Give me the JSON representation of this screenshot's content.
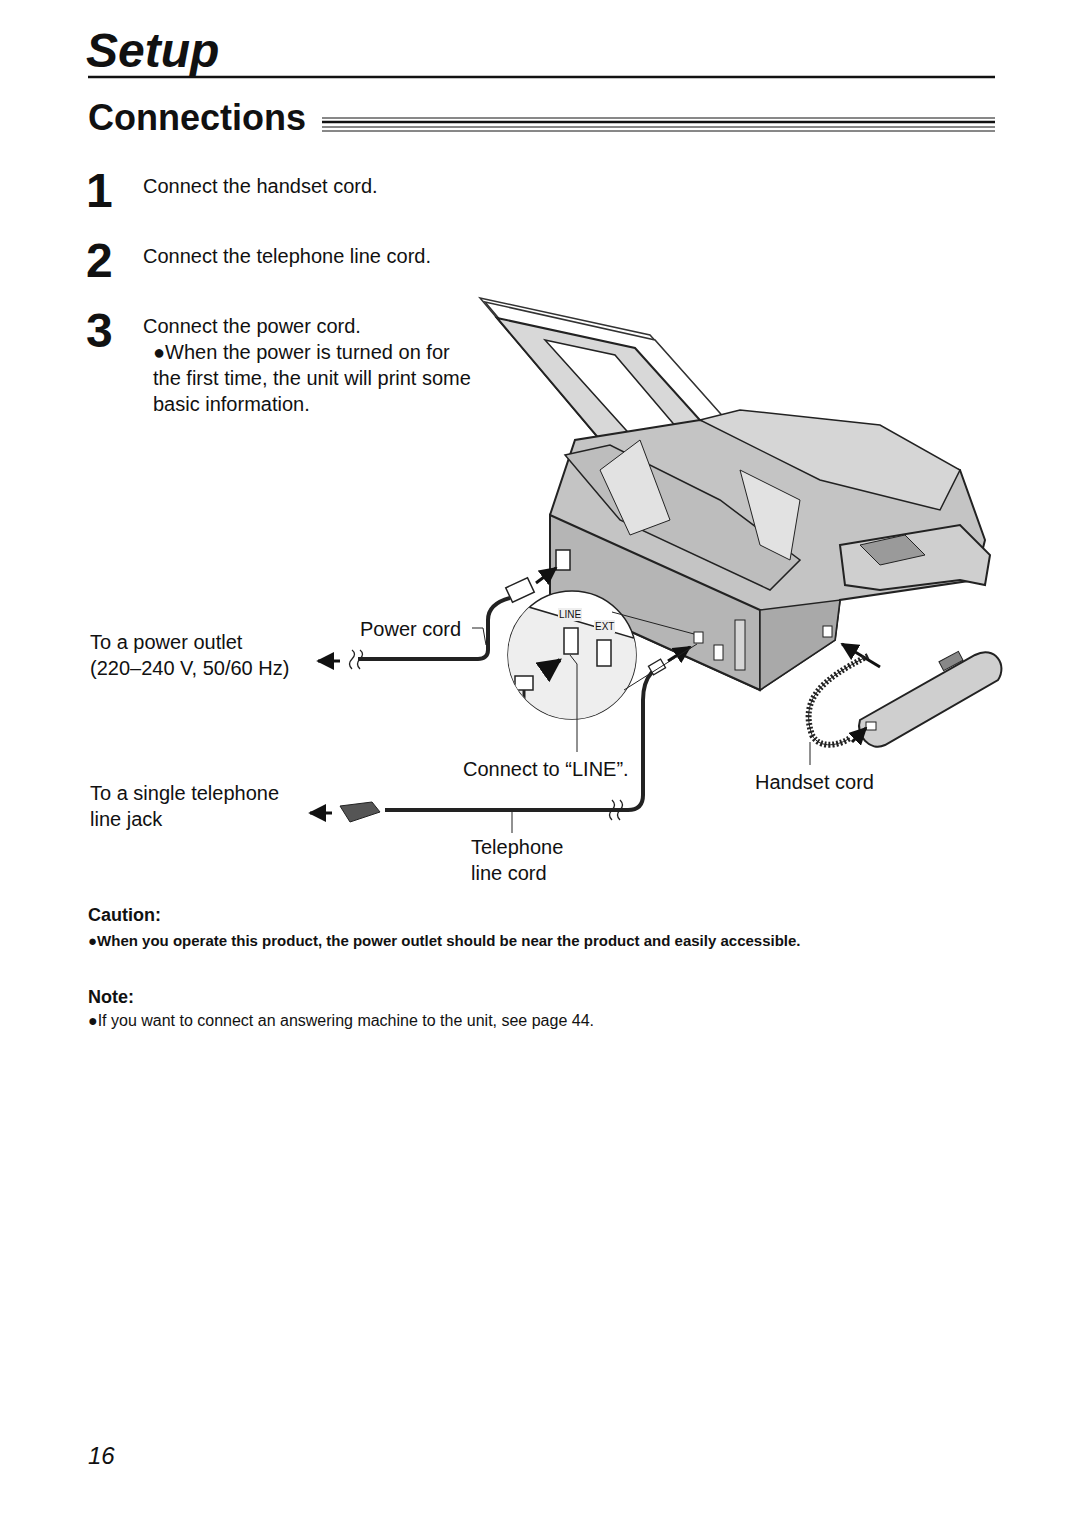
{
  "diagram": {
    "title": "Connections",
    "labels": [
      "Setup",
      "1",
      "Connect the handset cord.",
      "2",
      "Connect the telephone line cord.",
      "3",
      "Connect the power cord.",
      "●When the power is turned on for the first time, the unit will print some basic information.",
      "Power cord",
      "To a power outlet",
      "(220–240 V, 50/60 Hz)",
      "LINE",
      "EXT",
      "Connect to “LINE”.",
      "Handset cord",
      "To a single telephone line jack",
      "Telephone line cord",
      "Caution:",
      "●When you operate this product, the power outlet should be near the product and easily accessible.",
      "Note:",
      "●If you want to connect an answering machine to the unit, see page 44.",
      "16"
    ]
  }
}
